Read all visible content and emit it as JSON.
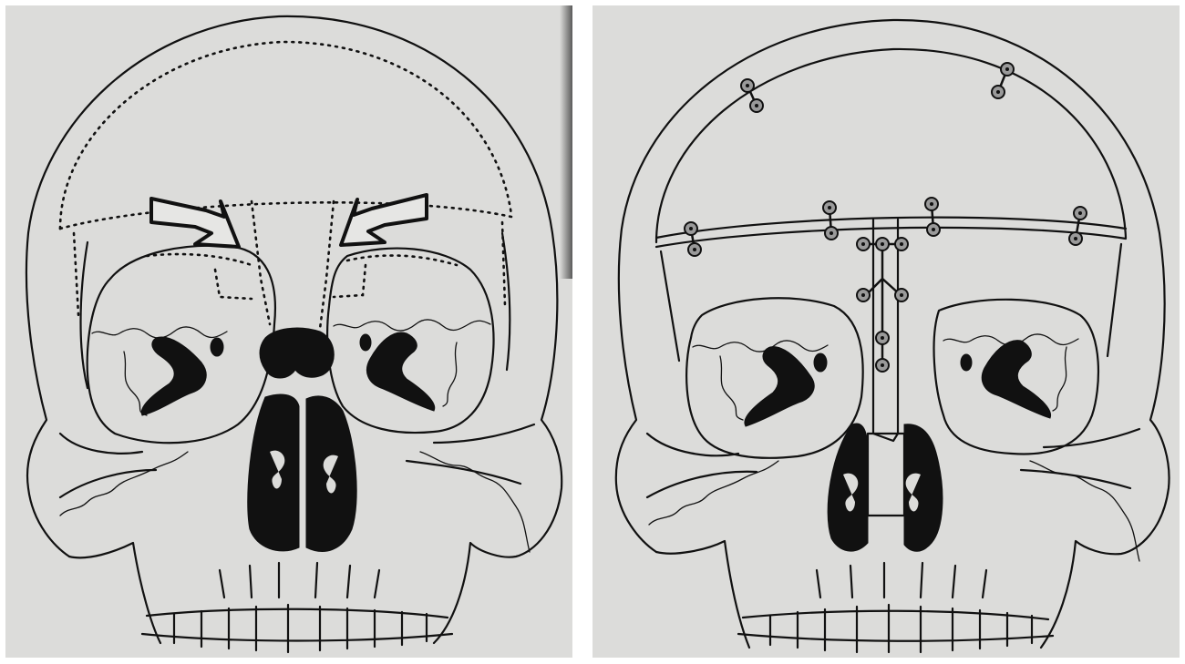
{
  "figure": {
    "panels": [
      {
        "id": "left",
        "content": "skull-with-dotted-osteotomy-lines-and-arrows"
      },
      {
        "id": "right",
        "content": "skull-after-fixation-with-plates-and-screws"
      }
    ],
    "colors": {
      "paper": "#dcdcda",
      "ink": "#111111",
      "screw-fill": "#9a9a9a"
    },
    "icons": [
      "arrow-icon",
      "screw-icon",
      "fixation-plate"
    ]
  }
}
